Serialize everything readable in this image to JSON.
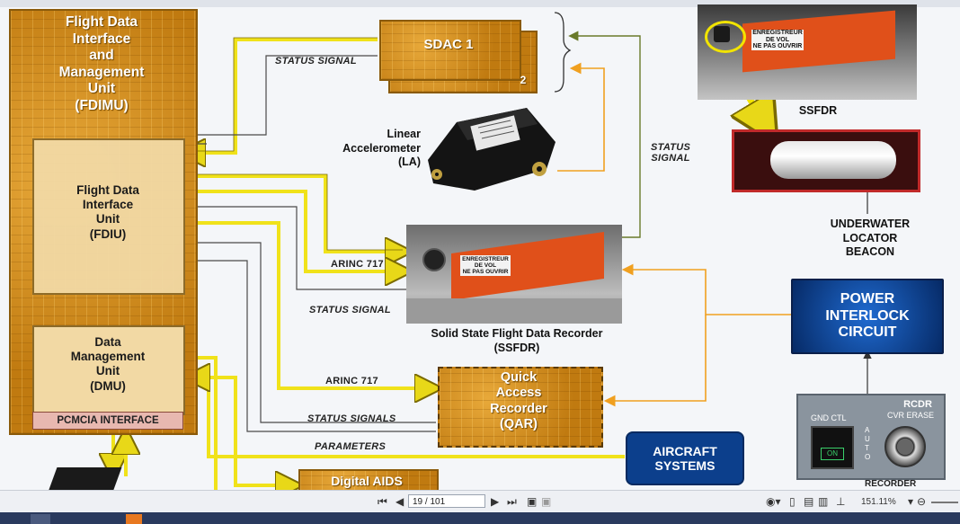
{
  "fdimu": {
    "line1": "Flight Data",
    "line2": "Interface",
    "line3": "and",
    "line4": "Management",
    "line5": "Unit",
    "line6": "(FDIMU)"
  },
  "fdiu": {
    "line1": "Flight Data",
    "line2": "Interface",
    "line3": "Unit",
    "line4": "(FDIU)"
  },
  "dmu": {
    "line1": "Data",
    "line2": "Management",
    "line3": "Unit",
    "line4": "(DMU)"
  },
  "pcmcia": "PCMCIA INTERFACE",
  "sdac": {
    "label": "SDAC 1",
    "second": "2"
  },
  "la": {
    "line1": "Linear",
    "line2": "Accelerometer",
    "line3": "(LA)"
  },
  "ssfdr": {
    "line1": "Solid State Flight Data Recorder",
    "line2": "(SSFDR)"
  },
  "ssfdr_photo_text": {
    "line1": "ENREGISTREUR",
    "line2": "DE VOL",
    "line3": "NE PAS OUVRIR"
  },
  "ssfdr_top_caption": "SSFDR",
  "ulb": {
    "line1": "UNDERWATER",
    "line2": "LOCATOR",
    "line3": "BEACON"
  },
  "qar": {
    "line1": "Quick",
    "line2": "Access",
    "line3": "Recorder",
    "line4": "(QAR)"
  },
  "digital_aids": "Digital AIDS",
  "aircraft_systems": {
    "line1": "AIRCRAFT",
    "line2": "SYSTEMS"
  },
  "power_interlock": {
    "line1": "POWER",
    "line2": "INTERLOCK",
    "line3": "CIRCUIT"
  },
  "rcdr": {
    "title": "RCDR",
    "sub": "CVR ERASE",
    "gnd": "GND CTL",
    "on": "ON",
    "auto": "A U T O",
    "recorder": "RECORDER"
  },
  "labels": {
    "status_signal_1": "STATUS SIGNAL",
    "status_signal_right_1": "STATUS",
    "status_signal_right_2": "SIGNAL",
    "arinc_1": "ARINC 717",
    "status_signal_2": "STATUS SIGNAL",
    "arinc_2": "ARINC 717",
    "status_signals": "STATUS SIGNALS",
    "parameters": "PARAMETERS"
  },
  "viewer": {
    "page": "19 / 101",
    "zoom": "151.11%"
  },
  "colors": {
    "wire_yellow": "#f0e21a",
    "wire_orange": "#f0a020",
    "wire_olive": "#6a7a2a",
    "wire_grey": "#4a4a4a",
    "blue": "#0d3d8a"
  }
}
